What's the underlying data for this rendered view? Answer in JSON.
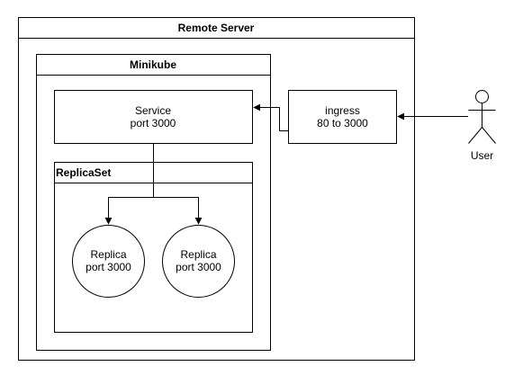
{
  "diagram": {
    "colors": {
      "stroke": "#000000",
      "fill": "#ffffff",
      "text": "#000000"
    },
    "remote_server": {
      "title": "Remote Server"
    },
    "minikube": {
      "title": "Minikube"
    },
    "service": {
      "line1": "Service",
      "line2": "port 3000"
    },
    "replicaset": {
      "title": "ReplicaSet"
    },
    "replicas": [
      {
        "line1": "Replica",
        "line2": "port 3000"
      },
      {
        "line1": "Replica",
        "line2": "port 3000"
      }
    ],
    "ingress": {
      "line1": "ingress",
      "line2": "80 to 3000"
    },
    "user": {
      "label": "User",
      "icon": "person-icon"
    }
  }
}
